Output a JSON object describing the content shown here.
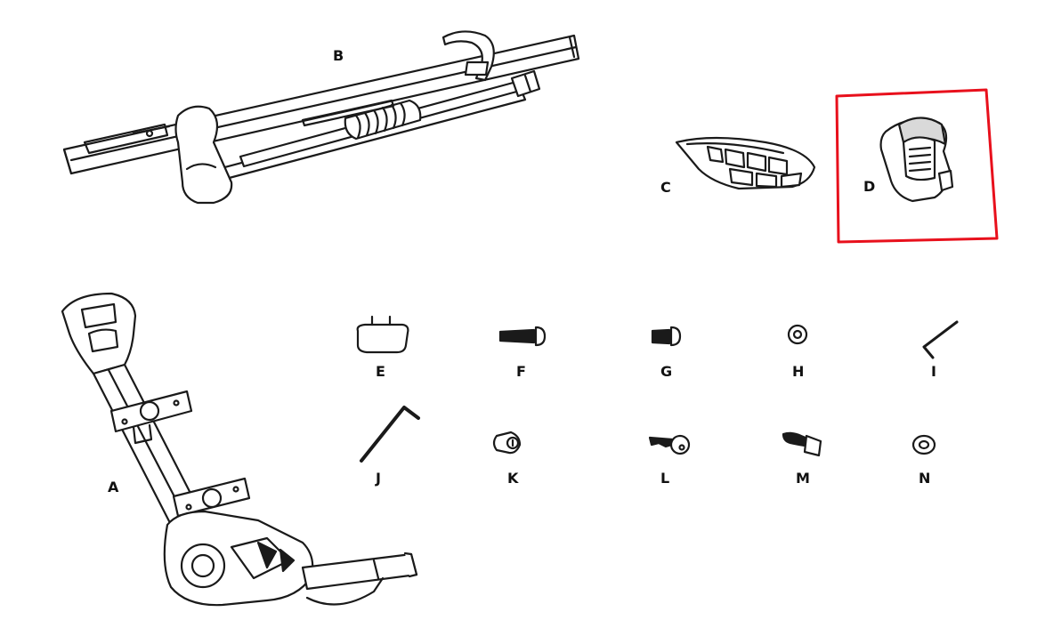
{
  "parts": [
    {
      "id": "A",
      "label": "A"
    },
    {
      "id": "B",
      "label": "B"
    },
    {
      "id": "C",
      "label": "C"
    },
    {
      "id": "D",
      "label": "D"
    },
    {
      "id": "E",
      "label": "E"
    },
    {
      "id": "F",
      "label": "F"
    },
    {
      "id": "G",
      "label": "G"
    },
    {
      "id": "H",
      "label": "H"
    },
    {
      "id": "I",
      "label": "I"
    },
    {
      "id": "J",
      "label": "J"
    },
    {
      "id": "K",
      "label": "K"
    },
    {
      "id": "L",
      "label": "L"
    },
    {
      "id": "M",
      "label": "M"
    },
    {
      "id": "N",
      "label": "N"
    }
  ],
  "highlight": {
    "target": "D",
    "color": "#e8101c"
  },
  "colors": {
    "ink": "#1a1a1a",
    "fill": "#ffffff",
    "shade": "#d9d9d9"
  }
}
